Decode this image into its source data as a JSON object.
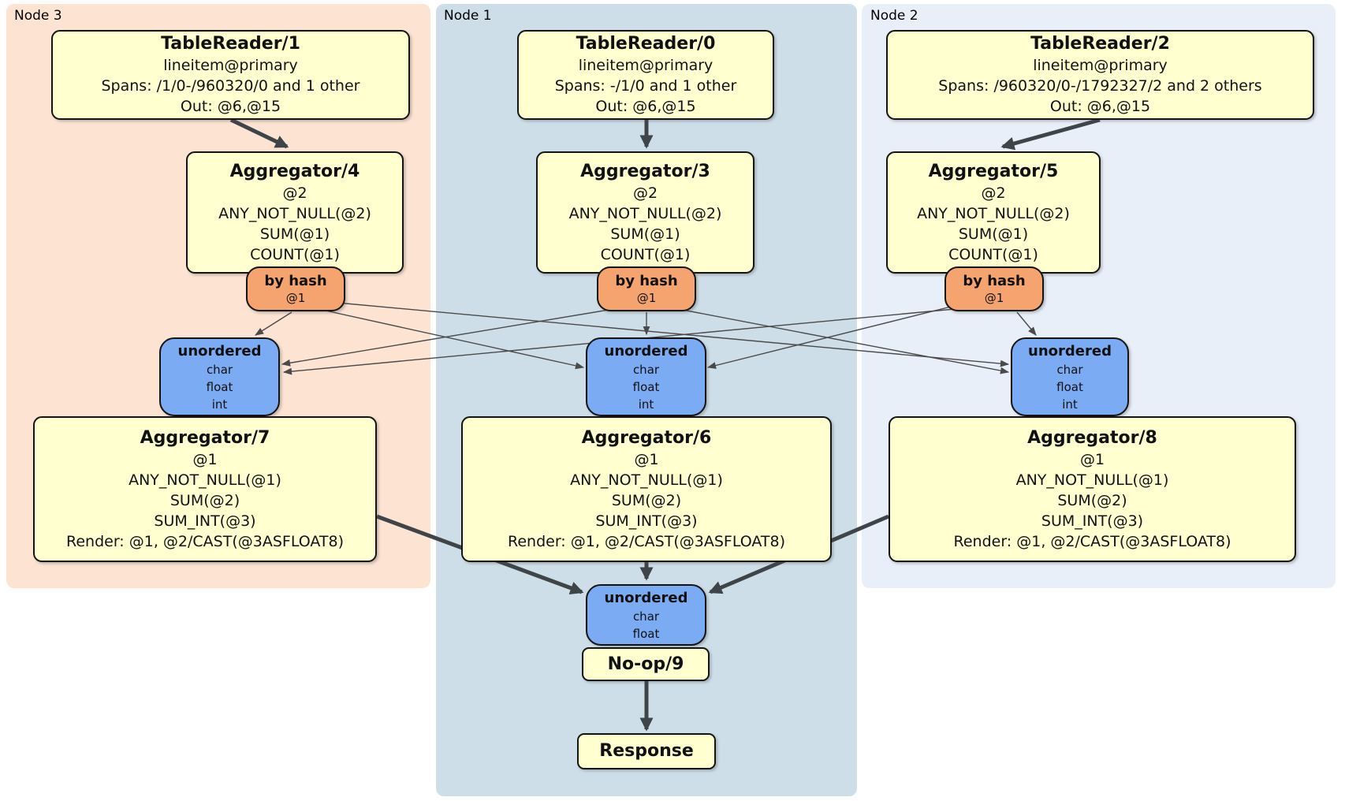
{
  "colors": {
    "processor_box_fill": "#ffffd0",
    "router_box_fill": "#f5a46f",
    "stream_box_fill": "#7babf2",
    "node3_panel_fill": "#fce3d2",
    "node1_panel_fill": "#cedee8",
    "node2_panel_fill": "#e9eff9",
    "thick_edge_color": "#3e4448",
    "thin_edge_color": "#4a4a4a"
  },
  "panels": {
    "node3": {
      "label": "Node 3"
    },
    "node1": {
      "label": "Node 1"
    },
    "node2": {
      "label": "Node 2"
    }
  },
  "processors": {
    "tr1": {
      "title": "TableReader/1",
      "lines": [
        "lineitem@primary",
        "Spans: /1/0-/960320/0 and 1 other",
        "Out: @6,@15"
      ]
    },
    "tr0": {
      "title": "TableReader/0",
      "lines": [
        "lineitem@primary",
        "Spans: -/1/0 and 1 other",
        "Out: @6,@15"
      ]
    },
    "tr2": {
      "title": "TableReader/2",
      "lines": [
        "lineitem@primary",
        "Spans: /960320/0-/1792327/2 and 2 others",
        "Out: @6,@15"
      ]
    },
    "agg4": {
      "title": "Aggregator/4",
      "lines": [
        "@2",
        "ANY_NOT_NULL(@2)",
        "SUM(@1)",
        "COUNT(@1)"
      ]
    },
    "agg3": {
      "title": "Aggregator/3",
      "lines": [
        "@2",
        "ANY_NOT_NULL(@2)",
        "SUM(@1)",
        "COUNT(@1)"
      ]
    },
    "agg5": {
      "title": "Aggregator/5",
      "lines": [
        "@2",
        "ANY_NOT_NULL(@2)",
        "SUM(@1)",
        "COUNT(@1)"
      ]
    },
    "agg7": {
      "title": "Aggregator/7",
      "lines": [
        "@1",
        "ANY_NOT_NULL(@1)",
        "SUM(@2)",
        "SUM_INT(@3)",
        "Render: @1, @2/CAST(@3ASFLOAT8)"
      ]
    },
    "agg6": {
      "title": "Aggregator/6",
      "lines": [
        "@1",
        "ANY_NOT_NULL(@1)",
        "SUM(@2)",
        "SUM_INT(@3)",
        "Render: @1, @2/CAST(@3ASFLOAT8)"
      ]
    },
    "agg8": {
      "title": "Aggregator/8",
      "lines": [
        "@1",
        "ANY_NOT_NULL(@1)",
        "SUM(@2)",
        "SUM_INT(@3)",
        "Render: @1, @2/CAST(@3ASFLOAT8)"
      ]
    },
    "noop": {
      "title": "No-op/9"
    },
    "response": {
      "title": "Response"
    }
  },
  "routers": {
    "hash3": {
      "title": "by hash",
      "key": "@1"
    },
    "hash1": {
      "title": "by hash",
      "key": "@1"
    },
    "hash2": {
      "title": "by hash",
      "key": "@1"
    }
  },
  "streams": {
    "unord3": {
      "title": "unordered",
      "types": [
        "char",
        "float",
        "int"
      ]
    },
    "unord1": {
      "title": "unordered",
      "types": [
        "char",
        "float",
        "int"
      ]
    },
    "unord2": {
      "title": "unordered",
      "types": [
        "char",
        "float",
        "int"
      ]
    },
    "unordFinal": {
      "title": "unordered",
      "types": [
        "char",
        "float"
      ]
    }
  }
}
